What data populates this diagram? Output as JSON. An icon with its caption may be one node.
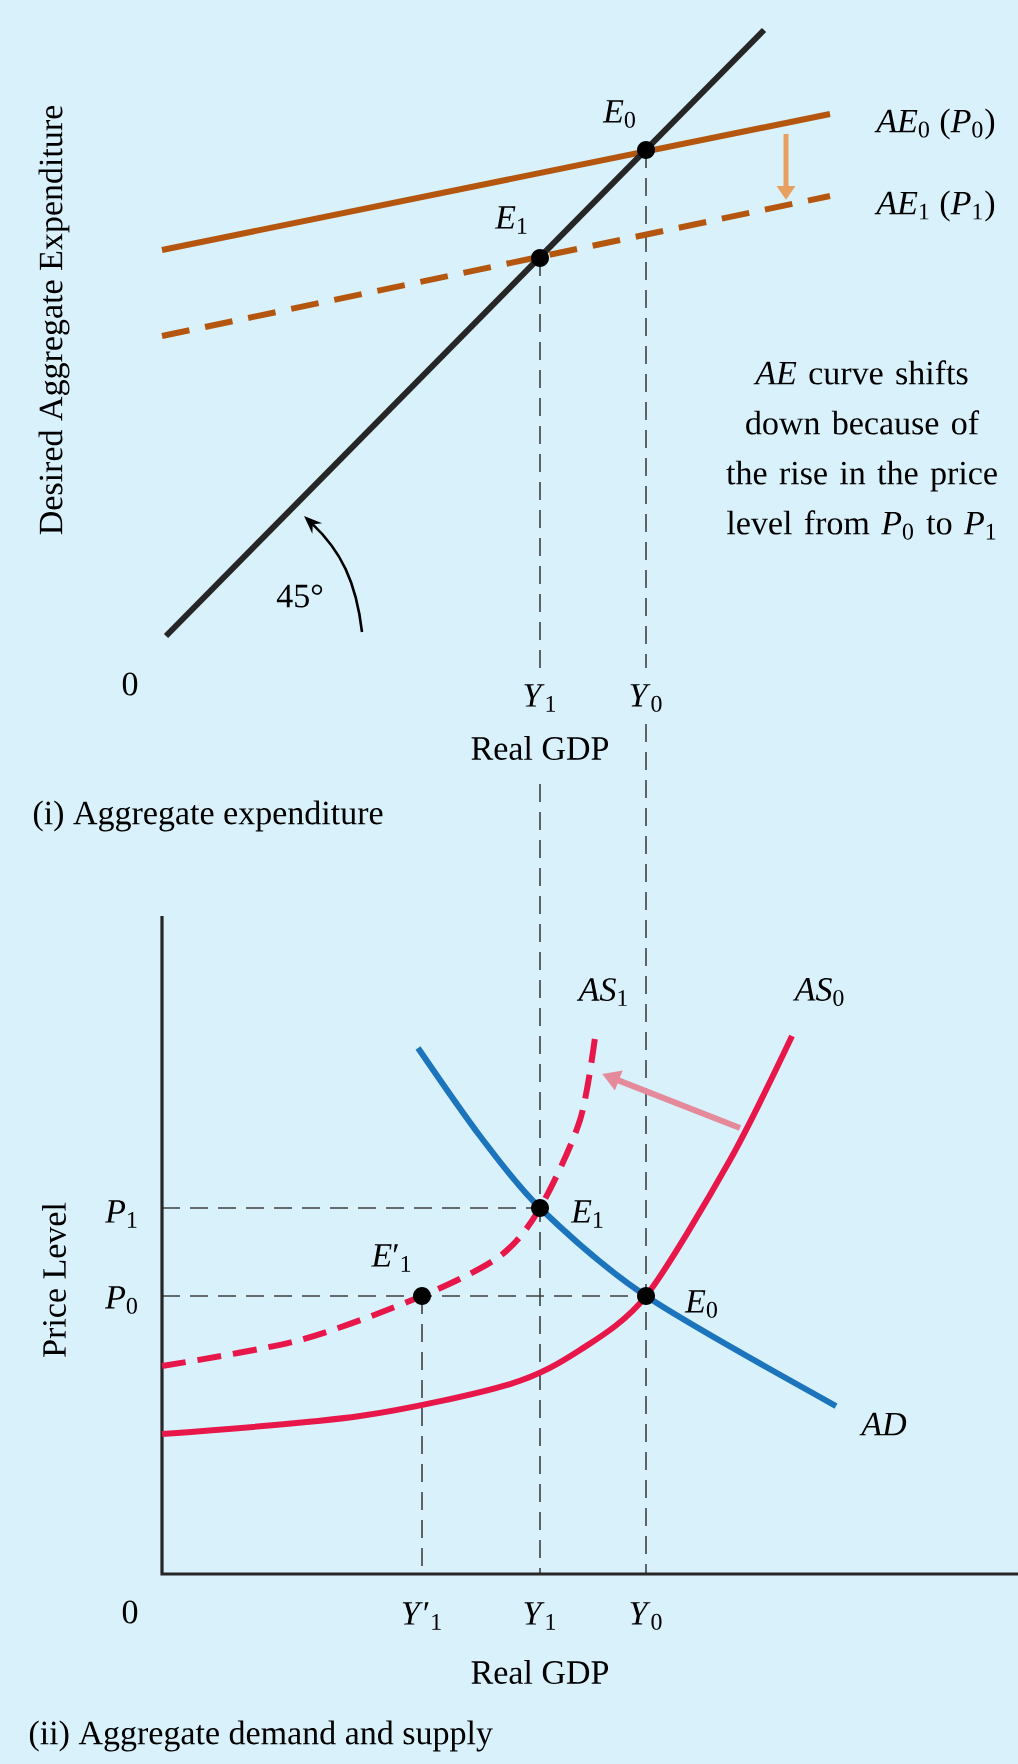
{
  "diagram": {
    "labels": [
      "*E*$_{0}$",
      "*AE*$_{0}$ (*P*$_{0}$)",
      "*E*$_{1}$",
      "*AE*$_{1}$ (*P*$_{1}$)",
      "Desired Aggregate Expenditure",
      "*AE* curve shifts down because of the rise in the price level from *P*$_{0}$ to *P*$_{1}$",
      "45°",
      "0",
      "*Y*$_{1}$",
      "*Y*$_{0}$",
      "Real GDP",
      "(i) Aggregate expenditure",
      "*AS*$_{1}$",
      "*AS*$_{0}$",
      "*P*$_{1}$",
      "*E*$_{1}$",
      "*E*′$_{1}$",
      "Price Level",
      "*P*$_{0}$",
      "*E*$_{0}$",
      "*AD*",
      "0",
      "*Y*′$_{1}$",
      "*Y*$_{1}$",
      "*Y*$_{0}$",
      "Real GDP",
      "(ii) Aggregate demand and supply"
    ]
  }
}
